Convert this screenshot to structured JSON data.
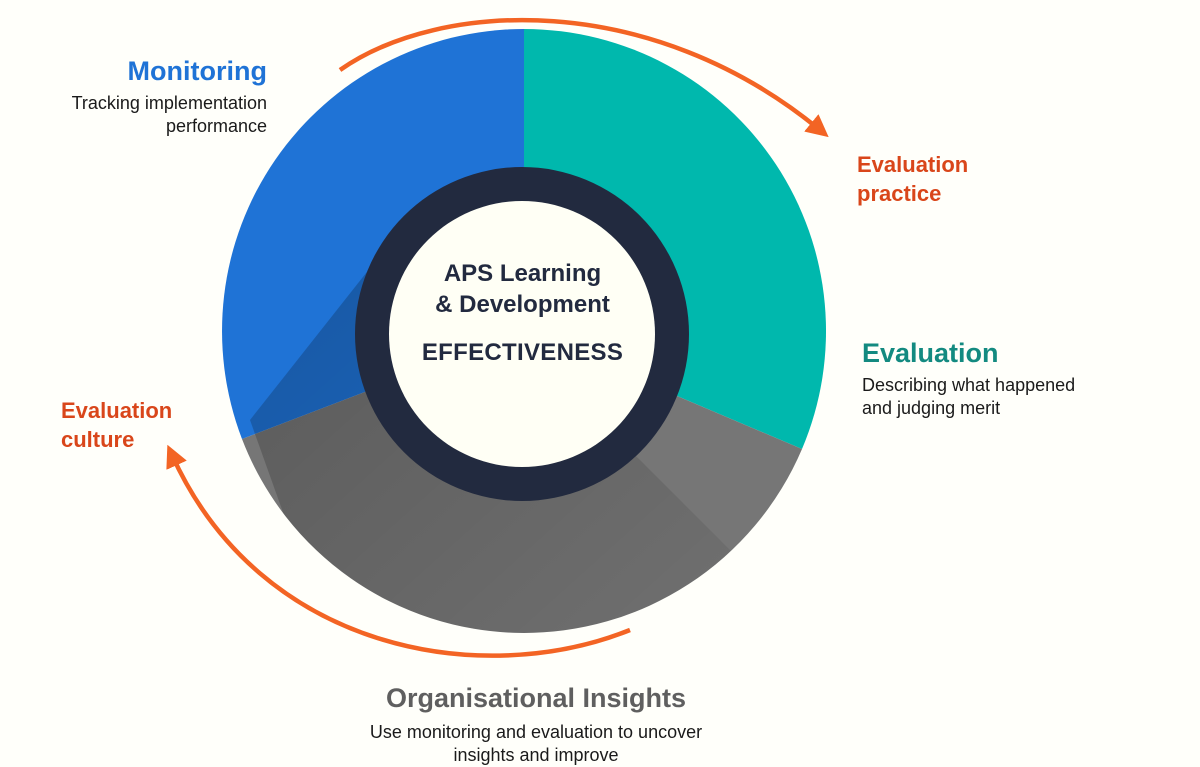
{
  "diagram": {
    "center": {
      "line1": "APS Learning",
      "line2": "& Development",
      "line3": "EFFECTIVENESS",
      "text_color": "#222a3f",
      "ring_color": "#222a3f",
      "fill_color": "#fffff5"
    },
    "segments": [
      {
        "id": "monitoring",
        "title": "Monitoring",
        "description_line1": "Tracking implementation",
        "description_line2": "performance",
        "color": "#1f73d6"
      },
      {
        "id": "evaluation",
        "title": "Evaluation",
        "description_line1": "Describing what happened",
        "description_line2": "and judging merit",
        "color": "#00b8ad"
      },
      {
        "id": "organisational-insights",
        "title": "Organisational Insights",
        "description_line1": "Use monitoring and evaluation to uncover",
        "description_line2": "insights and improve",
        "color": "#767676"
      }
    ],
    "cycle_labels": [
      {
        "id": "evaluation-practice",
        "line1": "Evaluation",
        "line2": "practice"
      },
      {
        "id": "evaluation-culture",
        "line1": "Evaluation",
        "line2": "culture"
      }
    ],
    "colors": {
      "arrow": "#f36424",
      "cycle_text": "#d9461a",
      "monitoring_title": "#1f73d6",
      "evaluation_title": "#138a80",
      "insights_title": "#5f5f5f"
    }
  }
}
